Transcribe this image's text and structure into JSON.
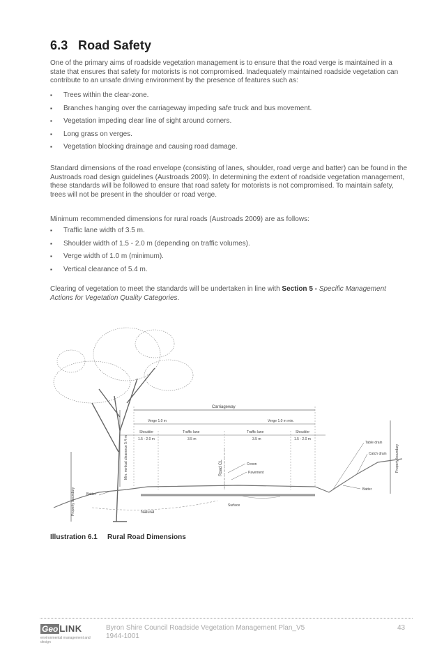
{
  "section": {
    "number": "6.3",
    "title": "Road Safety"
  },
  "intro": "One of the primary aims of roadside vegetation management is to ensure that the road verge is maintained in a state that ensures that safety for motorists is not compromised. Inadequately maintained roadside vegetation can contribute to an unsafe driving environment by the presence of features such as:",
  "features": [
    "Trees within the clear-zone.",
    "Branches hanging over the carriageway impeding safe truck and bus movement.",
    "Vegetation impeding clear line of sight around corners.",
    "Long grass on verges.",
    "Vegetation blocking drainage and causing road damage."
  ],
  "standards_para": "Standard dimensions of the road envelope (consisting of lanes, shoulder, road verge and batter) can be found in the Austroads road design guidelines (Austroads 2009). In determining the extent of roadside vegetation management, these standards will be followed to ensure that road safety for motorists is not compromised. To maintain safety, trees will not be present in the shoulder or road verge.",
  "minimum_intro": "Minimum recommended dimensions for rural roads (Austroads 2009) are as follows:",
  "dimensions": [
    "Traffic lane width of 3.5 m.",
    "Shoulder width of 1.5 - 2.0 m (depending on traffic volumes).",
    "Verge width of 1.0 m (minimum).",
    "Vertical clearance of 5.4 m."
  ],
  "clearing": {
    "before": "Clearing of vegetation to meet the standards will be undertaken in line with ",
    "section_ref": "Section 5",
    "dash": " - ",
    "title_ref": "Specific Management Actions for Vegetation Quality Categories",
    "after": "."
  },
  "diagram": {
    "carriageway": "Carriageway",
    "verge_left": "Verge 1.0 m",
    "verge_right": "Verge 1.0 m min.",
    "shoulder": "Shoulder",
    "shoulder_dim": "1.5 - 2.0 m",
    "traffic_lane": "Traffic lane",
    "lane_dim": "3.5 m",
    "clearance": "Min. vertical clearance 5.4 m",
    "road_cl": "Road  CL",
    "crown": "Crown",
    "pavement": "Pavement",
    "surface": "Surface",
    "natural": "Natural",
    "batter": "Batter",
    "table_drain": "Table drain",
    "catch_drain": "Catch drain",
    "property_boundary": "Property boundary"
  },
  "caption": {
    "label": "Illustration 6.1",
    "text": "Rural Road Dimensions"
  },
  "footer": {
    "logo_geo": "Geo",
    "logo_link": "LINK",
    "logo_tag": "environmental management and design",
    "doc": "Byron Shire Council Roadside Vegetation Management Plan_V5",
    "ref": "1944-1001",
    "page": "43"
  }
}
